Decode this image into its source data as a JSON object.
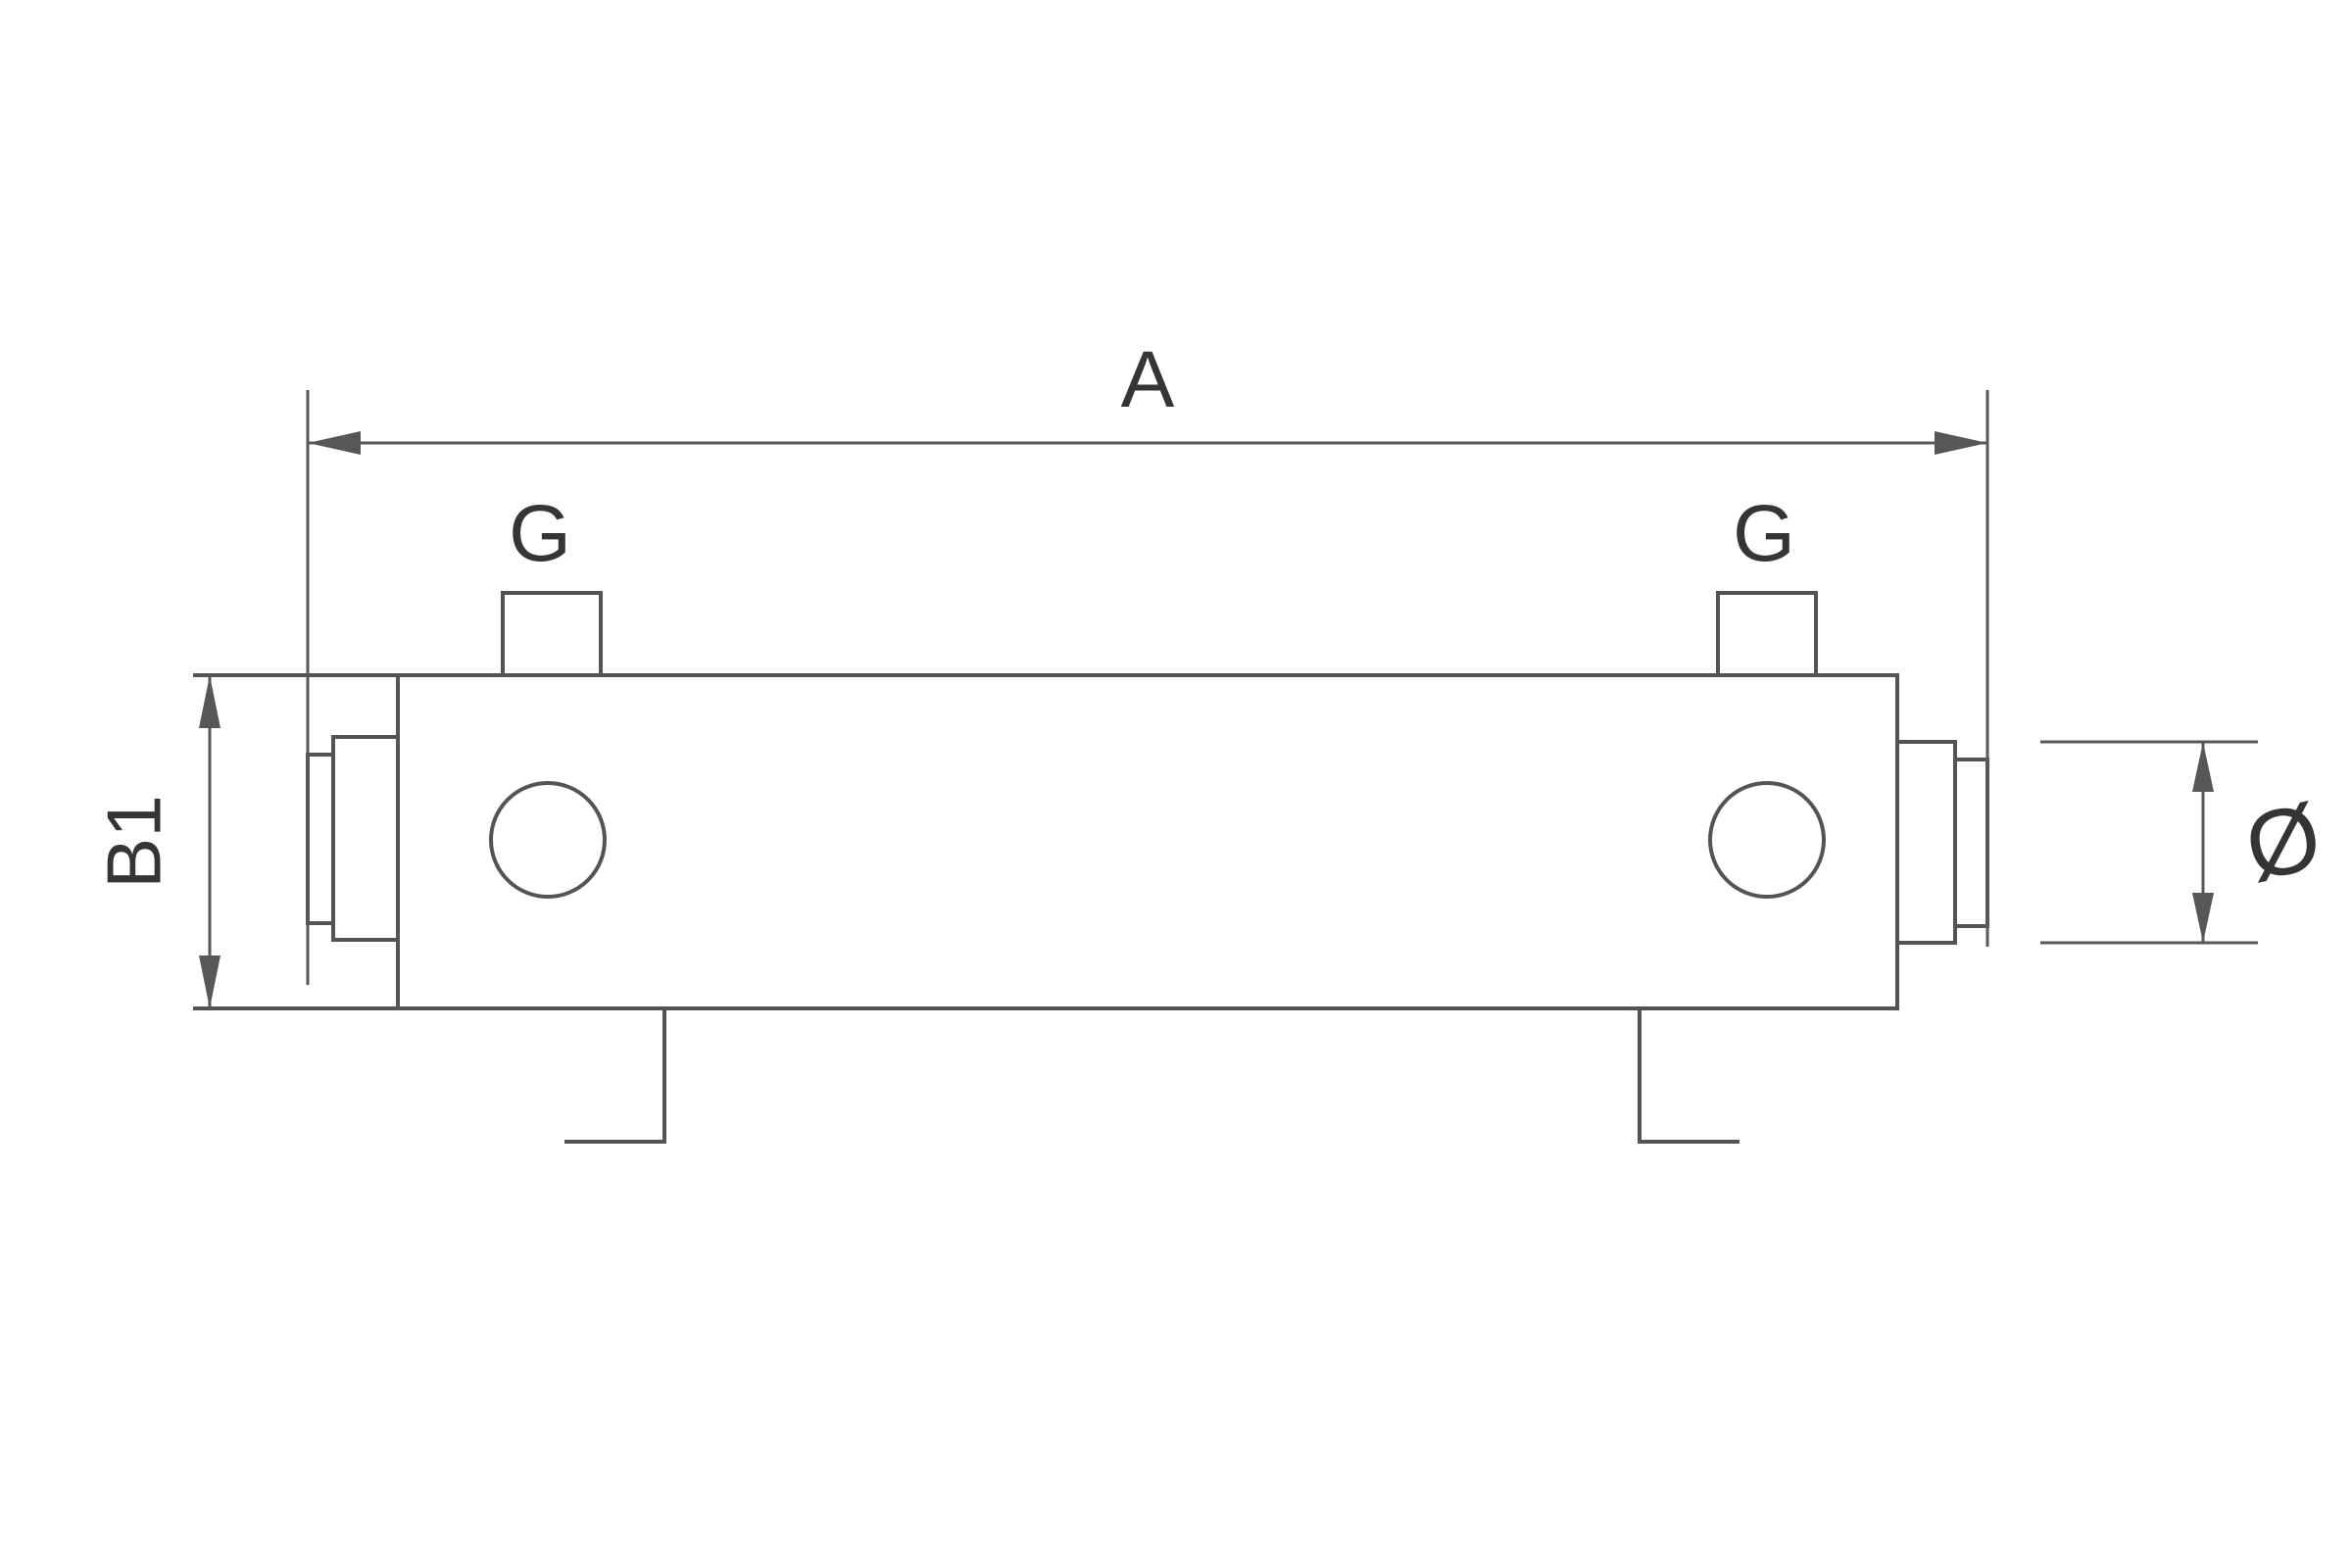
{
  "drawing": {
    "dimensions": {
      "overall_length_label": "A",
      "body_height_label": "B1",
      "port_label_left": "G",
      "port_label_right": "G",
      "outlet_diameter_label": "Ø"
    },
    "colors": {
      "background": "#ffffff",
      "outline": "#545454",
      "hatch": "#6e6e6e",
      "text": "#353535"
    }
  }
}
